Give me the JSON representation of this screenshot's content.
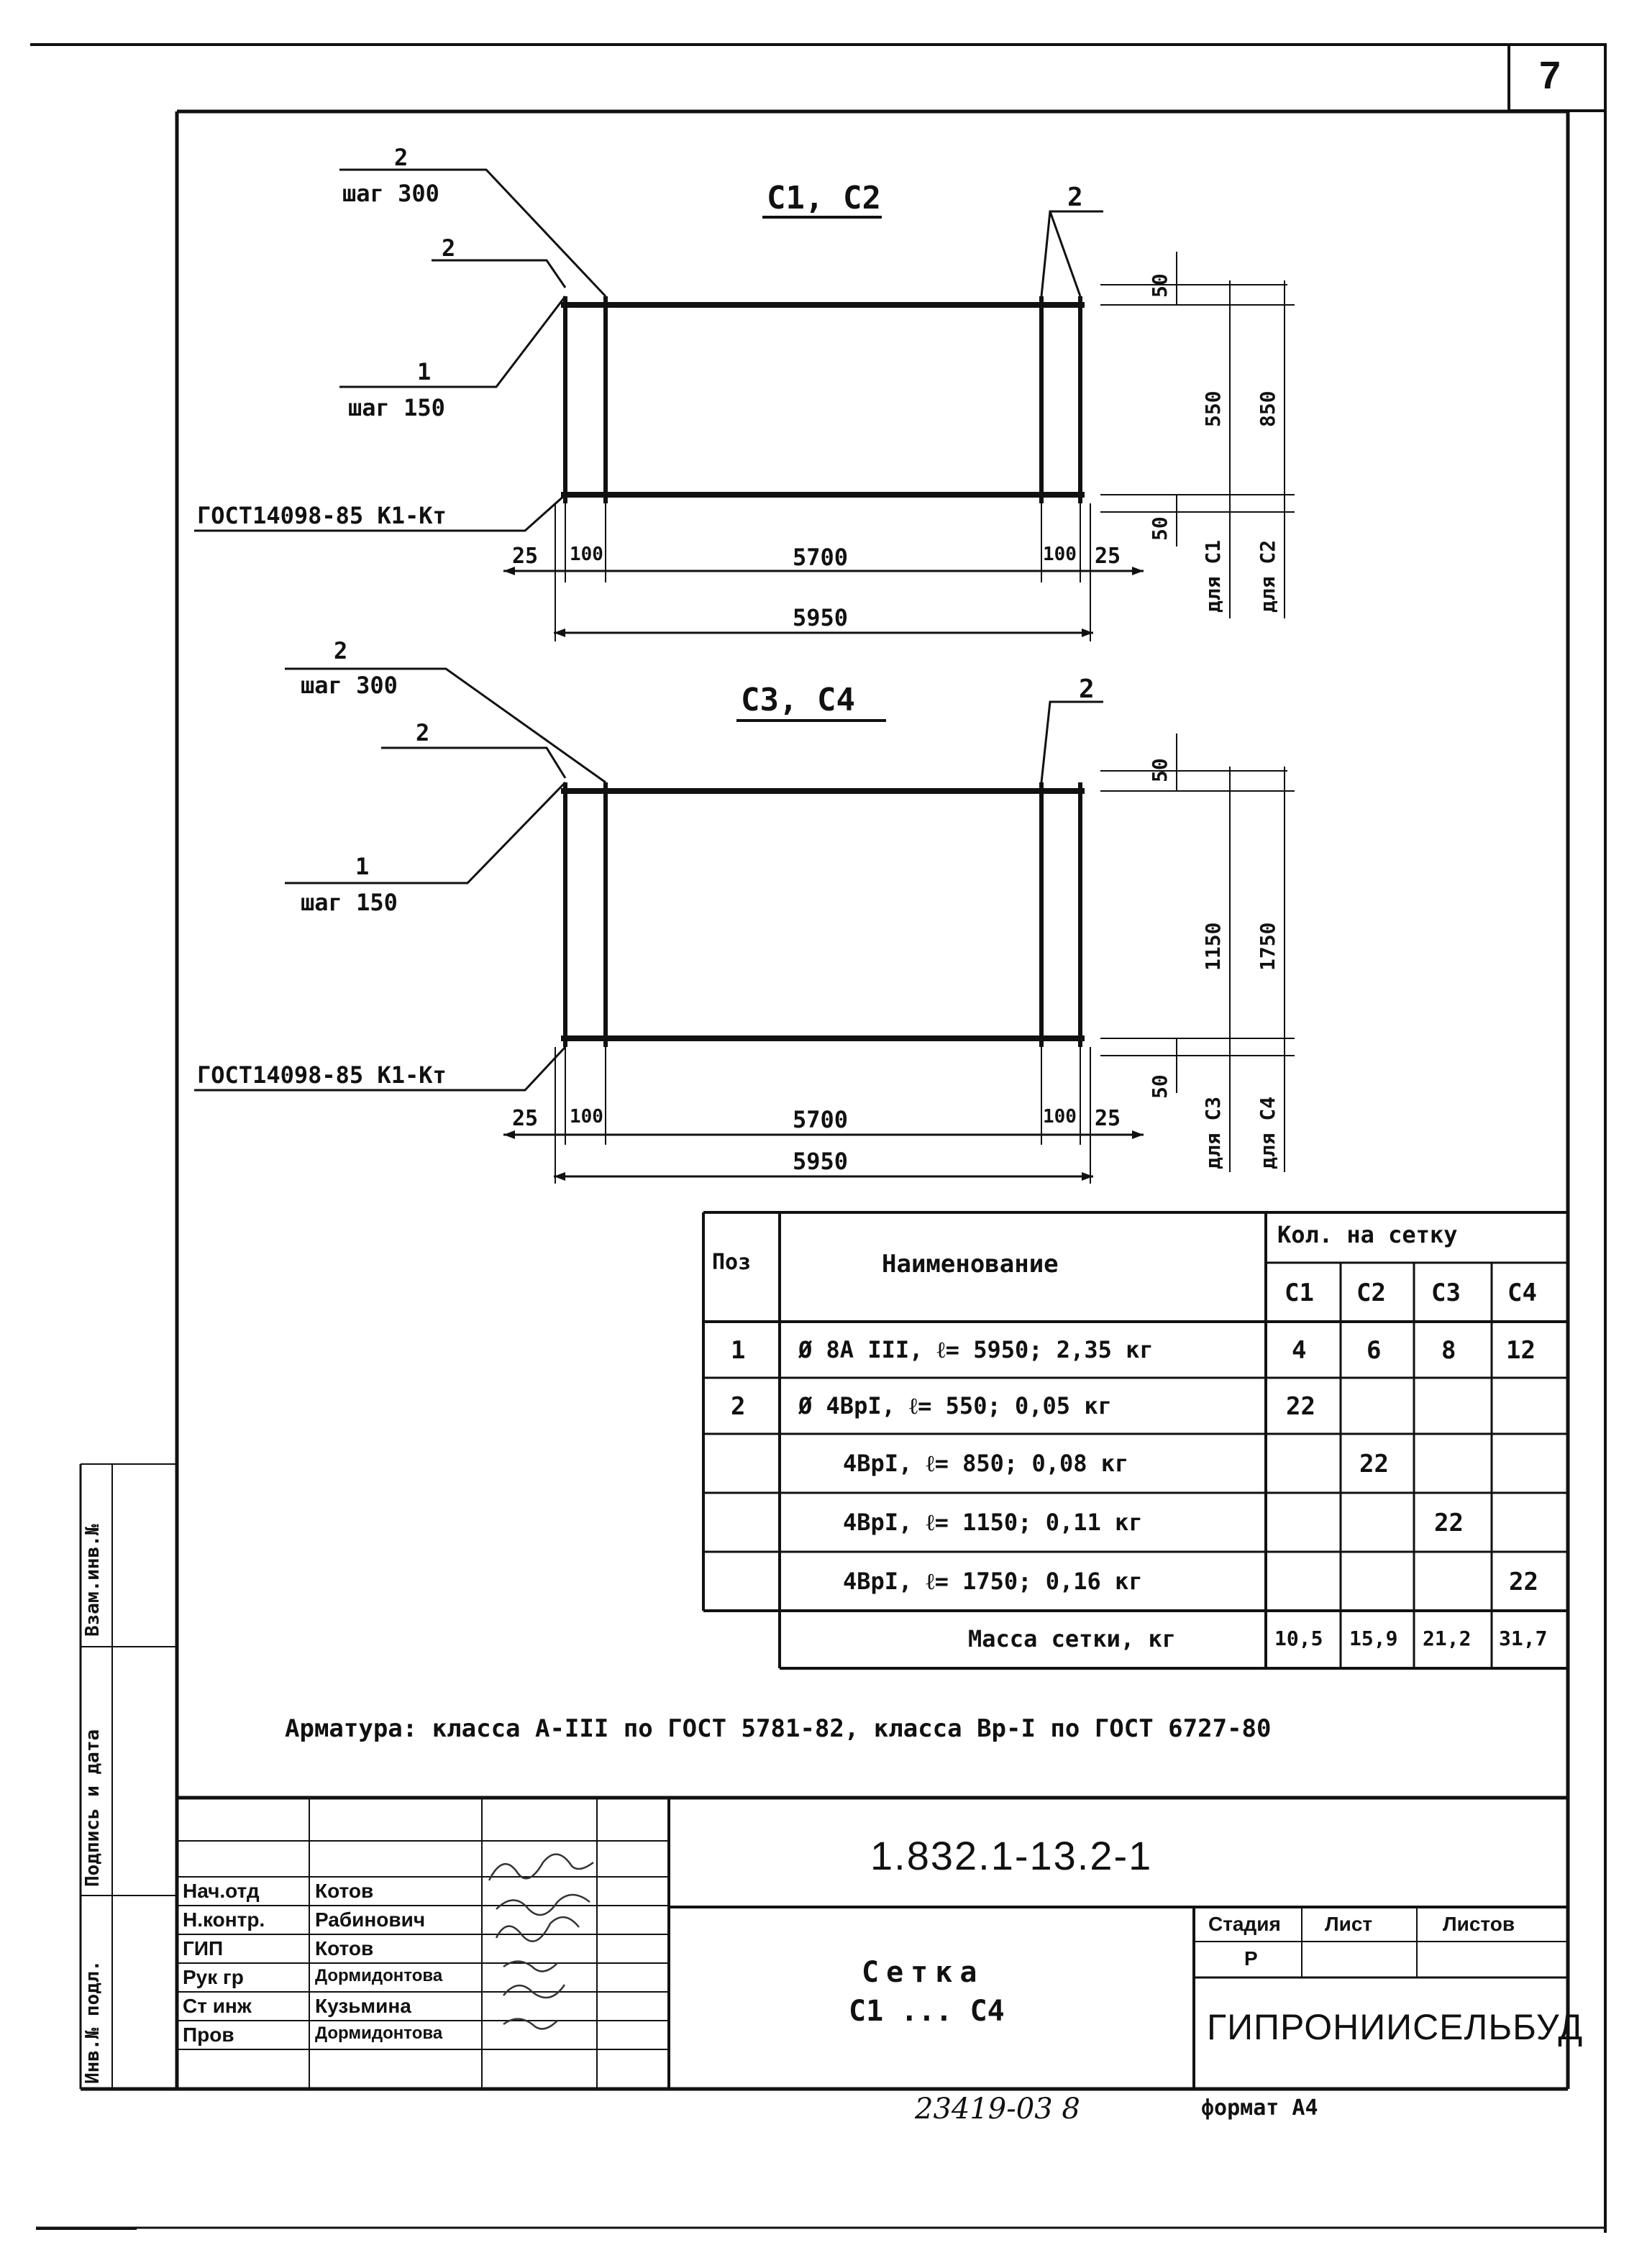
{
  "sheet": {
    "page_number": "7",
    "doc_code": "1.832.1-13.2-1",
    "title_line1": "Сетка",
    "title_line2": "С1 ... С4",
    "org": "ГИПРОНИИСЕЛЬБУД",
    "footer_number": "23419-03 8",
    "footer_format": "формат А4"
  },
  "drawing1": {
    "title": "С1, С2",
    "label_top_num": "2",
    "label_top_step": "шаг 300",
    "label_mid": "2",
    "label_bottom_num": "1",
    "label_bottom_step": "шаг 150",
    "label_right": "2",
    "gost": "ГОСТ14098-85 К1-Кт",
    "dim_left": "25",
    "dim_100a": "100",
    "dim_center": "5700",
    "dim_100b": "100",
    "dim_right": "25",
    "dim_total": "5950",
    "dim_50_top": "50",
    "dim_550": "550",
    "dim_850": "850",
    "dim_50_bottom": "50",
    "for_a": "для С1",
    "for_b": "для С2"
  },
  "drawing2": {
    "title": "С3, С4",
    "label_top_num": "2",
    "label_top_step": "шаг 300",
    "label_mid": "2",
    "label_bottom_num": "1",
    "label_bottom_step": "шаг 150",
    "label_right": "2",
    "gost": "ГОСТ14098-85 К1-Кт",
    "dim_left": "25",
    "dim_100a": "100",
    "dim_center": "5700",
    "dim_100b": "100",
    "dim_right": "25",
    "dim_total": "5950",
    "dim_50_top": "50",
    "dim_1150": "1150",
    "dim_1750": "1750",
    "dim_50_bottom": "50",
    "for_a": "для С3",
    "for_b": "для С4"
  },
  "spec_table": {
    "col_pos": "Поз",
    "col_name": "Наименование",
    "col_qty": "Кол. на сетку",
    "sub_cols": [
      "С1",
      "С2",
      "С3",
      "С4"
    ],
    "rows": [
      {
        "pos": "1",
        "name": "Ø 8А III,  ℓ= 5950;  2,35 кг",
        "c1": "4",
        "c2": "6",
        "c3": "8",
        "c4": "12"
      },
      {
        "pos": "2",
        "name": "Ø 4ВрI,  ℓ= 550;  0,05 кг",
        "c1": "22",
        "c2": "",
        "c3": "",
        "c4": ""
      },
      {
        "pos": "",
        "name": "4ВрI,  ℓ= 850;  0,08 кг",
        "c1": "",
        "c2": "22",
        "c3": "",
        "c4": ""
      },
      {
        "pos": "",
        "name": "4ВрI,  ℓ= 1150;  0,11 кг",
        "c1": "",
        "c2": "",
        "c3": "22",
        "c4": ""
      },
      {
        "pos": "",
        "name": "4ВрI,  ℓ= 1750;  0,16 кг",
        "c1": "",
        "c2": "",
        "c3": "",
        "c4": "22"
      }
    ],
    "mass_label": "Масса сетки,  кг",
    "mass": [
      "10,5",
      "15,9",
      "21,2",
      "31,7"
    ]
  },
  "note": "Арматура: класса А-III по ГОСТ 5781-82, класса Вр-I по ГОСТ 6727-80",
  "stamp": {
    "rows": [
      {
        "role": "Нач.отд",
        "name": "Котов"
      },
      {
        "role": "Н.контр.",
        "name": "Рабинович"
      },
      {
        "role": "ГИП",
        "name": "Котов"
      },
      {
        "role": "Рук гр",
        "name": "Дормидонтова"
      },
      {
        "role": "Ст инж",
        "name": "Кузьмина"
      },
      {
        "role": "Пров",
        "name": "Дормидонтова"
      }
    ],
    "stage_label": "Стадия",
    "sheet_label": "Лист",
    "sheets_label": "Листов",
    "stage_value": "Р"
  },
  "side_strip": {
    "a": "Взам.инв.№",
    "b": "Подпись и дата",
    "c": "Инв.№ подл."
  }
}
